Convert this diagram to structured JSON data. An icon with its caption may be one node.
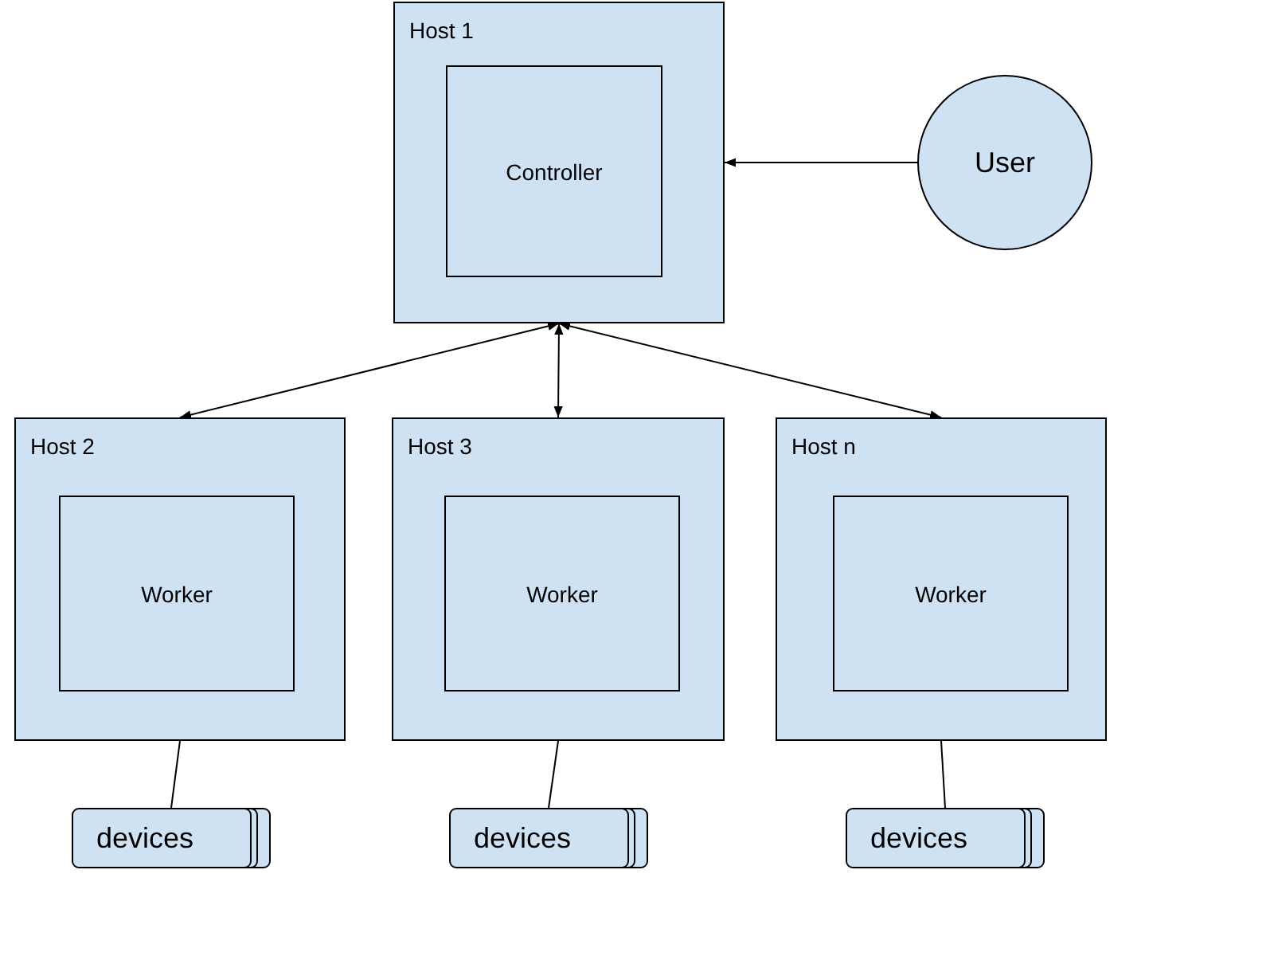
{
  "diagram": {
    "nodes": [
      {
        "text": [
          "Host 1"
        ]
      },
      {
        "text": [
          "Controller"
        ],
        "in": 0
      },
      {
        "text": [
          "User"
        ]
      },
      {
        "text": [
          "Host 2"
        ]
      },
      {
        "text": [
          "Worker"
        ],
        "in": 3
      },
      {
        "text": [
          "Host 3"
        ]
      },
      {
        "text": [
          "Worker"
        ],
        "in": 5
      },
      {
        "text": [
          "Host n"
        ]
      },
      {
        "text": [
          "Worker"
        ],
        "in": 7
      },
      {
        "text": [
          "devices"
        ]
      },
      {
        "text": [
          "devices"
        ]
      },
      {
        "text": [
          "devices"
        ]
      }
    ],
    "edges": [
      {
        "from": 2,
        "to": 0,
        "arrow": "to"
      },
      {
        "from": 0,
        "to": 3,
        "arrow": "both"
      },
      {
        "from": 0,
        "to": 5,
        "arrow": "both"
      },
      {
        "from": 0,
        "to": 7,
        "arrow": "both"
      },
      {
        "from": 3,
        "to": 9,
        "arrow": "none"
      },
      {
        "from": 5,
        "to": 10,
        "arrow": "none"
      },
      {
        "from": 7,
        "to": 11,
        "arrow": "none"
      }
    ]
  }
}
